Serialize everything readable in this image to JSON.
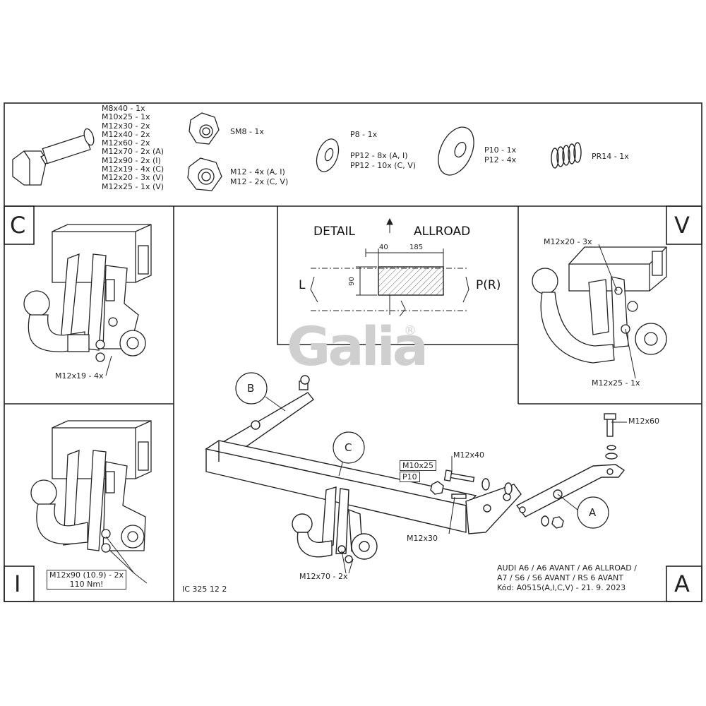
{
  "parts": {
    "bolt_list": [
      "M8x40 - 1x",
      "M10x25 - 1x",
      "M12x30 - 2x",
      "M12x40 - 2x",
      "M12x60 - 2x",
      "M12x70 - 2x (A)",
      "M12x90 - 2x (I)",
      "M12x19 - 4x (C)",
      "M12x20 - 3x (V)",
      "M12x25 - 1x (V)"
    ],
    "nut_sm8": "SM8 - 1x",
    "nut_m12_a": "M12 - 4x (A, I)",
    "nut_m12_b": "M12 - 2x (C, V)",
    "washer_p8": "P8 - 1x",
    "washer_pp12_a": "PP12 - 8x (A, I)",
    "washer_pp12_b": "PP12 - 10x (C, V)",
    "washer_p10": "P10 - 1x",
    "washer_p12": "P12 - 4x",
    "spring_pr14": "PR14 - 1x"
  },
  "panel_c": {
    "letter": "C",
    "label": "M12x19 - 4x"
  },
  "panel_i": {
    "letter": "I",
    "label_line1": "M12x90 (10.9) - 2x",
    "label_line2": "110 Nm!"
  },
  "panel_v": {
    "letter": "V",
    "label_top": "M12x20 - 3x",
    "label_bottom": "M12x25 - 1x"
  },
  "detail": {
    "title_left": "DETAIL",
    "title_right": "ALLROAD",
    "dim_40": "40",
    "dim_185": "185",
    "dim_90": "90",
    "left_label": "L",
    "right_label": "P(R)"
  },
  "watermark": {
    "text": "Galia",
    "reg": "®"
  },
  "main": {
    "letter": "A",
    "label_B": "B",
    "label_C": "C",
    "label_A": "A",
    "bolt_m12x60": "M12x60",
    "bolt_m12x40": "M12x40",
    "box_m10x25": "M10x25",
    "box_p10": "P10",
    "bolt_m12x30": "M12x30",
    "bolt_m12x70": "M12x70 - 2x",
    "drawing_code": "IC 325 12 2",
    "vehicle_line1": "AUDI A6 / A6 AVANT / A6 ALLROAD /",
    "vehicle_line2": "A7 / S6 / S6 AVANT / RS 6 AVANT",
    "vehicle_line3": "Kód: A0515(A,I,C,V) - 21. 9. 2023"
  }
}
